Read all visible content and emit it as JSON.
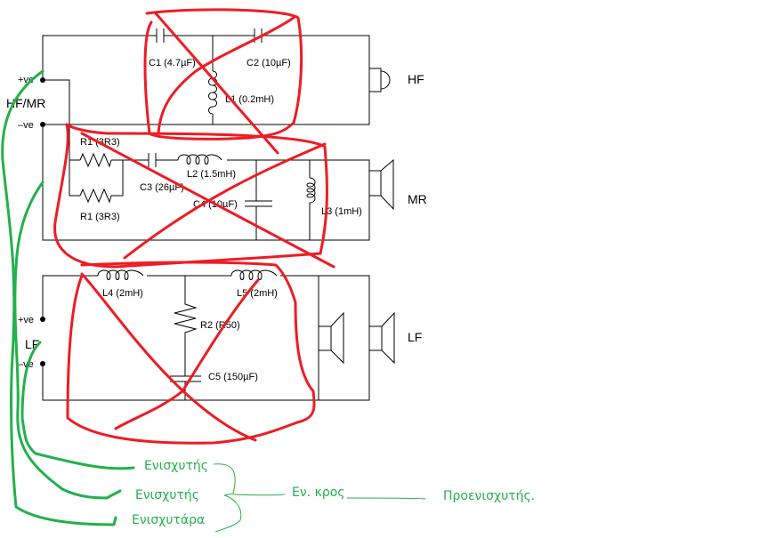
{
  "sections": {
    "hf": {
      "label": "HF",
      "input_label": "HF/MR",
      "pos": "+ve",
      "neg": "–ve"
    },
    "mr": {
      "label": "MR"
    },
    "lf": {
      "label": "LF",
      "input_label": "LF",
      "pos": "+ve",
      "neg": "–ve"
    }
  },
  "components": {
    "c1": "C1 (4.7µF)",
    "c2": "C2 (10µF)",
    "l1": "L1 (0.2mH)",
    "r1a": "R1 (3R3)",
    "r1b": "R1 (3R3)",
    "c3": "C3 (26µF)",
    "l2": "L2 (1.5mH)",
    "c4": "C4 (10µF)",
    "l3": "L3 (1mH)",
    "l4": "L4 (2mH)",
    "l5": "L5 (2mH)",
    "r2": "R2 (R50)",
    "c5": "C5 (150µF)"
  },
  "annotations": {
    "amp1": "Ενισχυτής",
    "amp2": "Ενισχυτής",
    "amp3": "Ενισχυτάρα",
    "crossover": "Εν. κρος",
    "preamp": "Προενισχυτής.",
    "colors": {
      "cross_out": "#ee1c24",
      "notes": "#22b14c"
    }
  }
}
